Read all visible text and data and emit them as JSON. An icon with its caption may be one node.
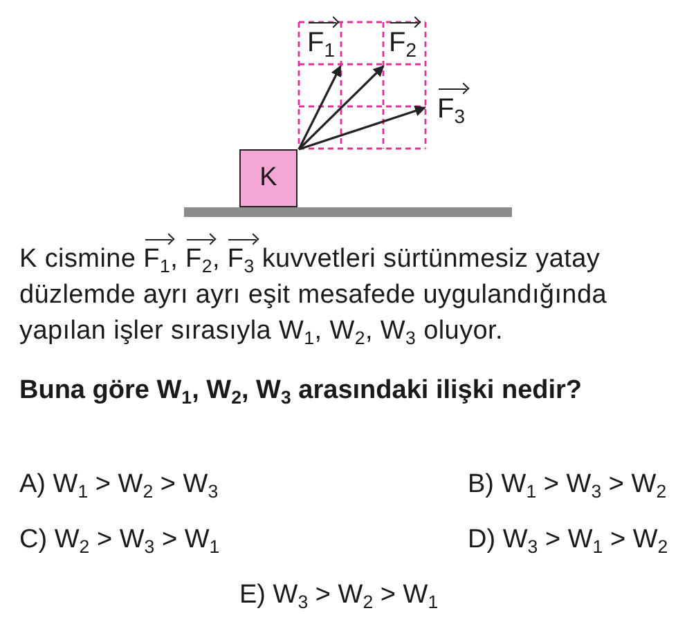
{
  "diagram": {
    "nodes": [
      {
        "text": [
          "K"
        ]
      }
    ],
    "labels": [
      "F$_{1}$",
      "F$_{2}$",
      "F$_{3}$",
      "K cismine F$_{1}$, F$_{2}$, F$_{3}$ kuvvetleri sürtünmesiz yatay düzlemde ayrı ayrı eşit mesafede uygulandığında yapılan işler sırasıyla W$_{1}$, W$_{2}$, W$_{3}$ oluyor.",
      "Buna göre W$_{1}$, W$_{2}$, W$_{3}$ arasındaki ilişki nedir?",
      "A) W$_{1}$ > W$_{2}$ > W$_{3}$",
      "B) W$_{1}$ > W$_{3}$ > W$_{2}$",
      "C) W$_{2}$ > W$_{3}$ > W$_{1}$",
      "D) W$_{3}$ > W$_{1}$ > W$_{2}$",
      "E) W$_{3}$ > W$_{2}$ > W$_{1}$"
    ]
  }
}
